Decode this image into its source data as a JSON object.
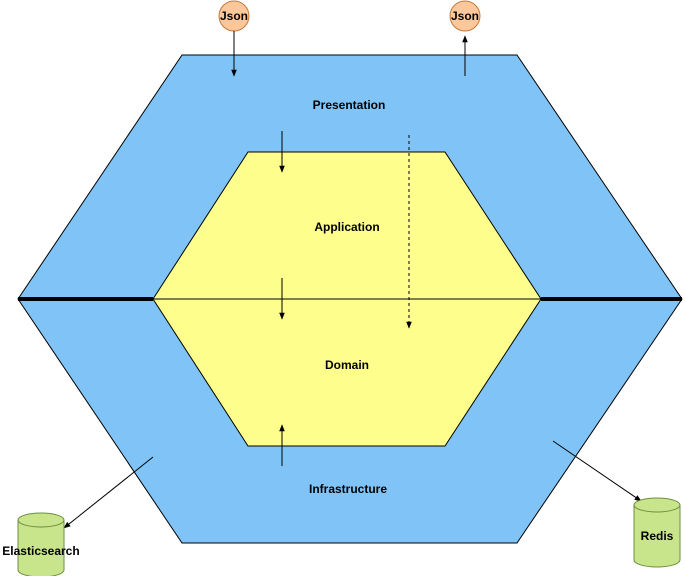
{
  "layers": {
    "presentation": "Presentation",
    "application": "Application",
    "domain": "Domain",
    "infrastructure": "Infrastructure"
  },
  "endpoints": {
    "input": "Json",
    "output": "Json"
  },
  "stores": {
    "elasticsearch": "Elasticsearch",
    "redis": "Redis"
  },
  "colors": {
    "outer_fill": "#80c4f7",
    "inner_fill": "#fefe8c",
    "json_fill": "#fcc79b",
    "json_stroke": "#c47a3c",
    "db_fill": "#c8e58c",
    "db_stroke": "#6e8f3c",
    "stroke": "#000000"
  }
}
